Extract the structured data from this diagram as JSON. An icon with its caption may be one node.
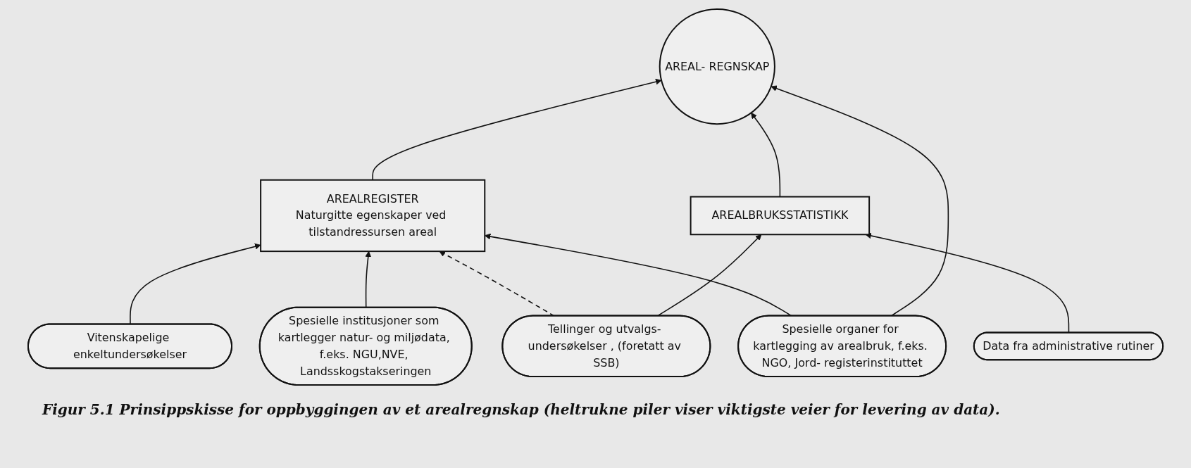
{
  "diagram": {
    "caption": "Figur 5.1 Prinsippskisse for oppbyggingen av et arealregnskap (heltrukne piler viser viktigste veier for levering av data).",
    "nodes": [
      {
        "text": [
          "AREALREGISTER",
          "Naturgitte egenskaper ved tilstandressursen areal"
        ]
      },
      {
        "text": [
          "AREAL- REGNSKAP"
        ]
      },
      {
        "text": [
          "AREALBRUKSSTATISTIKK"
        ]
      },
      {
        "text": [
          "Vitenskapelige enkeltundersøkelser"
        ]
      },
      {
        "text": [
          "Spesielle institusjoner som kartlegger natur- og miljødata, f.eks. NGU,NVE, Landsskogstakseringen"
        ]
      },
      {
        "text": [
          "Spesielle organer for kartlegging av arealbruk, f.eks. NGO, Jord- registerinstituttet"
        ]
      },
      {
        "text": [
          "Tellinger og utvalgs- undersøkelser , (foretatt av SSB)"
        ]
      },
      {
        "text": [
          "Data fra administrative rutiner"
        ]
      }
    ],
    "edges": [
      {
        "from": 0,
        "to": 1,
        "arrow": "to"
      },
      {
        "from": 2,
        "to": 1,
        "arrow": "to"
      },
      {
        "from": 3,
        "to": 0,
        "arrow": "to"
      },
      {
        "from": 4,
        "to": 0,
        "arrow": "to"
      },
      {
        "from": 5,
        "to": 0,
        "arrow": "to"
      },
      {
        "from": 5,
        "to": 1,
        "arrow": "to"
      },
      {
        "from": 6,
        "to": 0,
        "arrow": "to",
        "style": "dashed"
      },
      {
        "from": 6,
        "to": 2,
        "arrow": "to"
      },
      {
        "from": 7,
        "to": 2,
        "arrow": "to"
      }
    ]
  }
}
